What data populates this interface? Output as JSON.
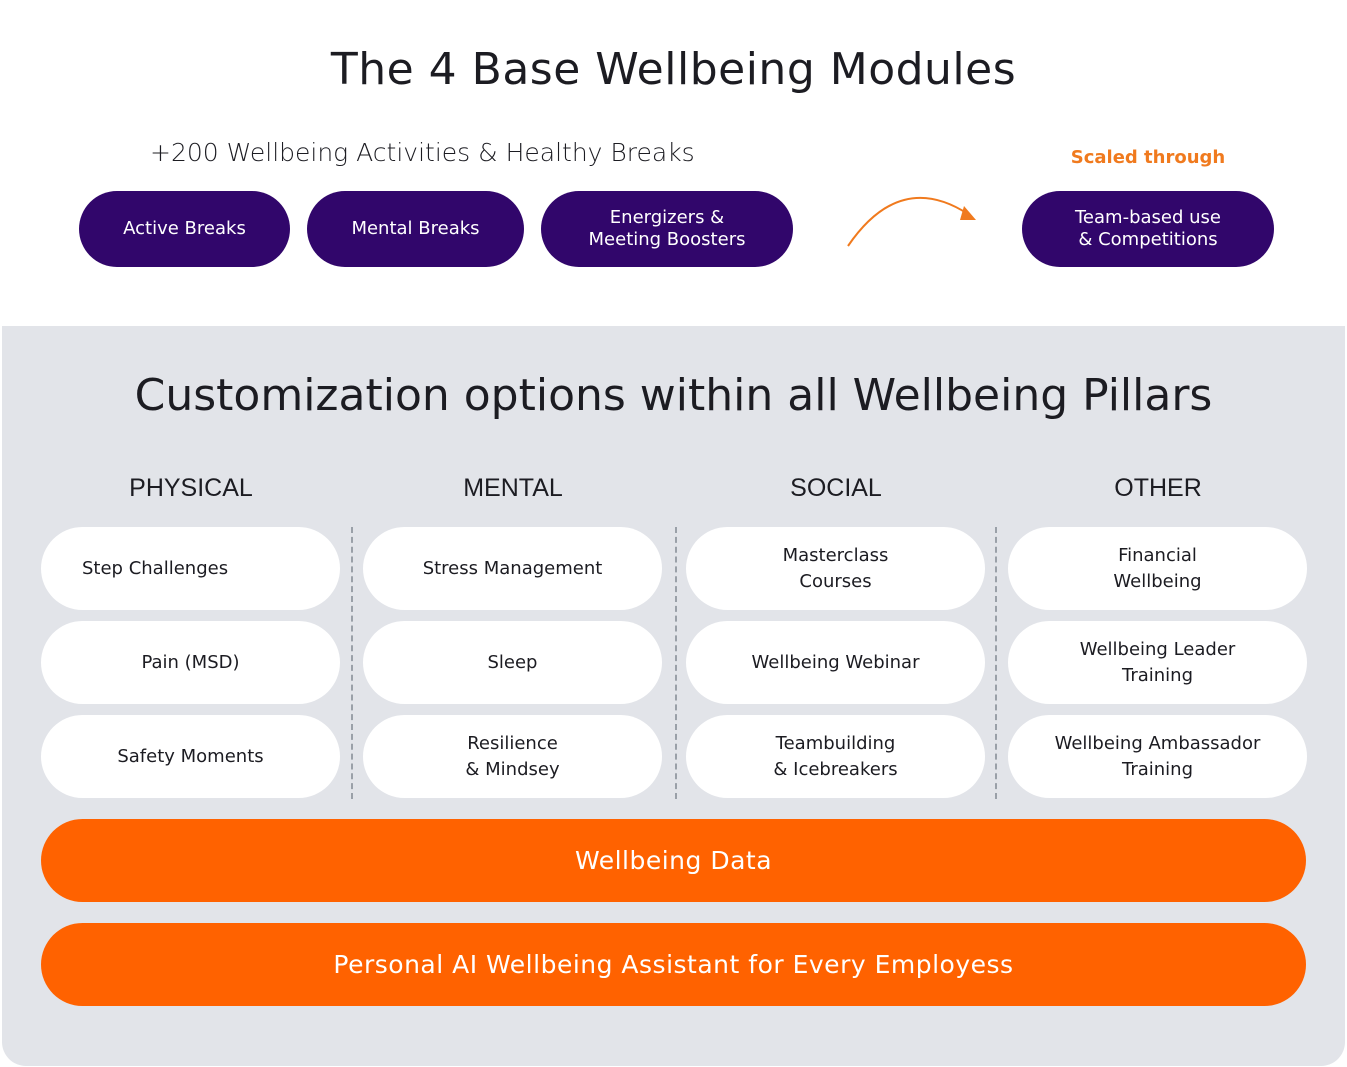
{
  "title": "The 4 Base Wellbeing Modules",
  "subtitle": "+200 Wellbeing Activities & Healthy Breaks",
  "scaled_label": "Scaled through",
  "modules": [
    "Active Breaks",
    "Mental Breaks",
    "Energizers &\nMeeting Boosters"
  ],
  "scaled_module": "Team-based use\n& Competitions",
  "customization_title": "Customization options within all Wellbeing Pillars",
  "pillars": [
    {
      "name": "PHYSICAL",
      "items": [
        "Step Challenges",
        "Pain (MSD)",
        "Safety Moments"
      ]
    },
    {
      "name": "MENTAL",
      "items": [
        "Stress Management",
        "Sleep",
        "Resilience\n& Mindsey"
      ]
    },
    {
      "name": "SOCIAL",
      "items": [
        "Masterclass\nCourses",
        "Wellbeing Webinar",
        "Teambuilding\n& Icebreakers"
      ]
    },
    {
      "name": "OTHER",
      "items": [
        "Financial\nWellbeing",
        "Wellbeing Leader\nTraining",
        "Wellbeing Ambassador\nTraining"
      ]
    }
  ],
  "bars": [
    "Wellbeing Data",
    "Personal AI Wellbeing Assistant for Every Employess"
  ],
  "colors": {
    "purple": "#31066b",
    "orange": "#ff6200",
    "panel": "#e2e4e9"
  }
}
